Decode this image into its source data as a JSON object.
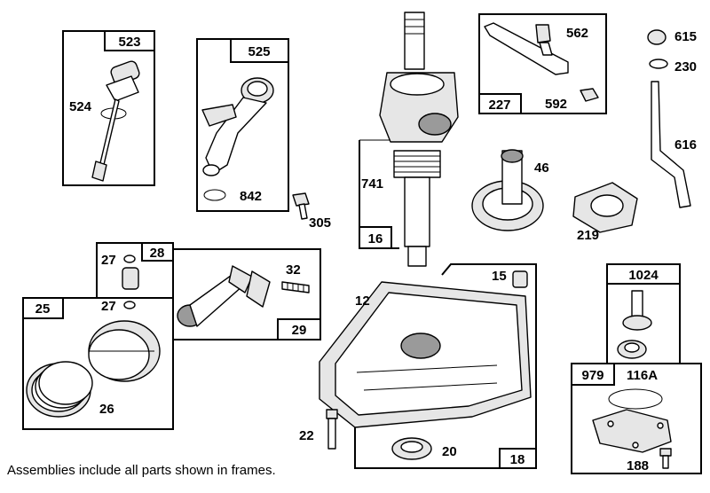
{
  "footnote": "Assemblies include all parts shown in frames.",
  "frames": {
    "f523": "523",
    "f525": "525",
    "f227": "227",
    "f16": "16",
    "f28": "28",
    "f29": "29",
    "f25": "25",
    "f18": "18",
    "f1024": "1024",
    "f979": "979"
  },
  "labels": {
    "p524": "524",
    "p842": "842",
    "p305": "305",
    "p562": "562",
    "p592": "592",
    "p615": "615",
    "p230": "230",
    "p616": "616",
    "p46": "46",
    "p741": "741",
    "p219": "219",
    "p27a": "27",
    "p27b": "27",
    "p32": "32",
    "p26": "26",
    "p12": "12",
    "p15": "15",
    "p22": "22",
    "p20": "20",
    "p116A": "116A",
    "p188": "188"
  }
}
